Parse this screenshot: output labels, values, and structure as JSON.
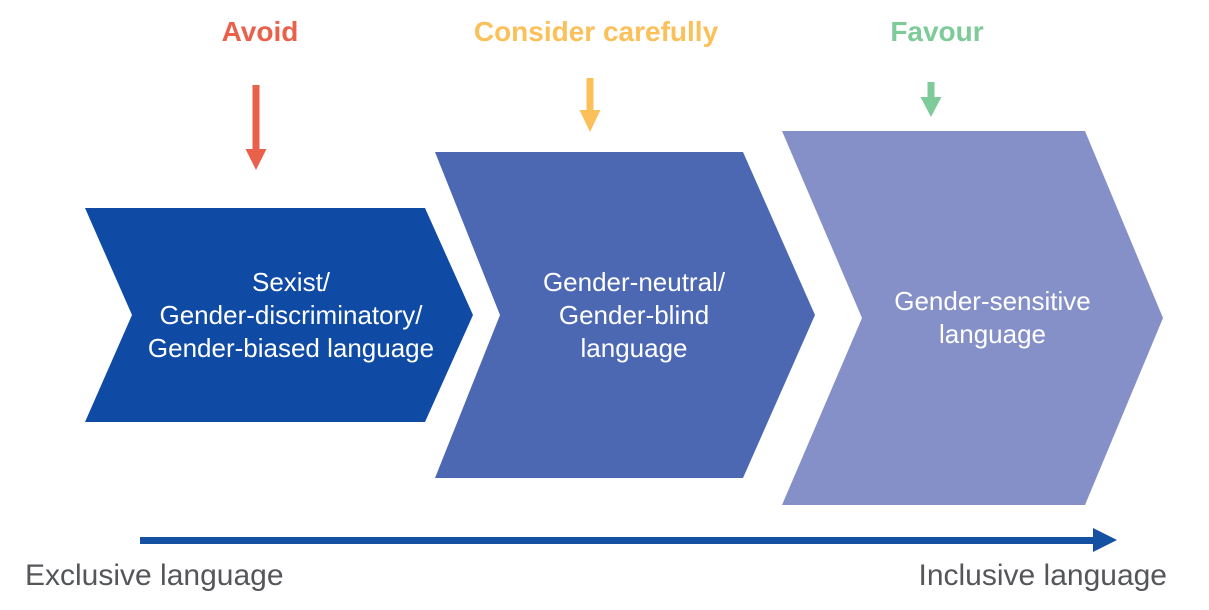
{
  "headers": [
    {
      "label": "Avoid",
      "color": "#E9614A"
    },
    {
      "label": "Consider carefully",
      "color": "#FBC059"
    },
    {
      "label": "Favour",
      "color": "#7ECB99"
    }
  ],
  "chevrons": [
    {
      "lines": [
        "Sexist/",
        "Gender-discriminatory/",
        "Gender-biased language"
      ],
      "color": "#0F4AA5"
    },
    {
      "lines": [
        "Gender-neutral/",
        "Gender-blind",
        "language"
      ],
      "color": "#4C68B3"
    },
    {
      "lines": [
        "Gender-sensitive",
        "language"
      ],
      "color": "#8590C8"
    }
  ],
  "axis": {
    "left_label": "Exclusive language",
    "right_label": "Inclusive language",
    "arrow_color": "#1551A3",
    "label_color": "#55565A"
  }
}
